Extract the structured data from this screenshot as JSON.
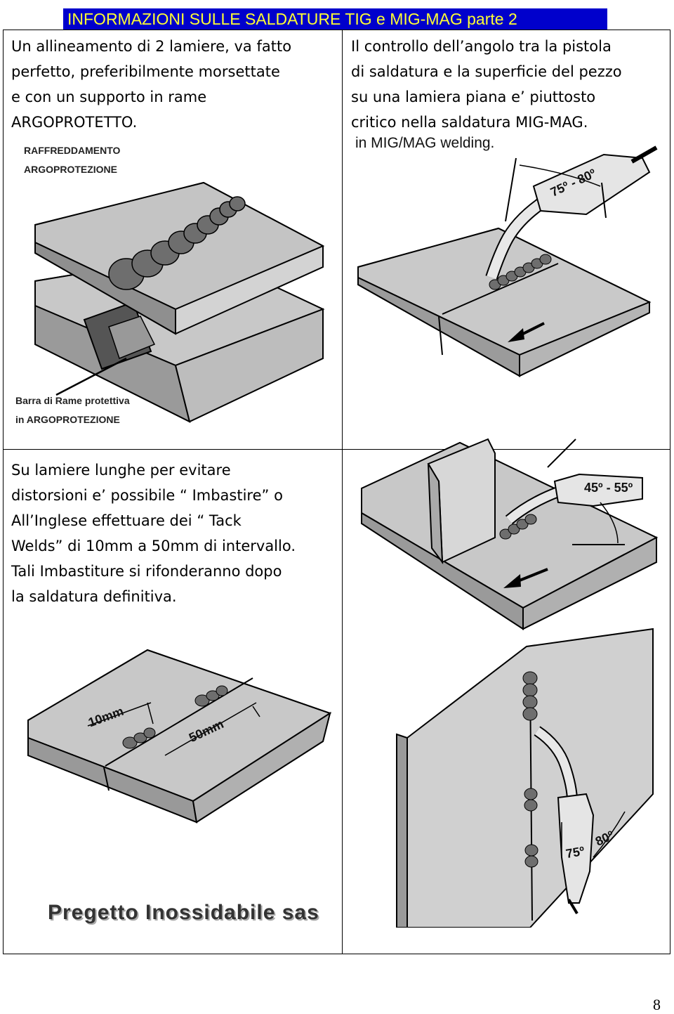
{
  "header": {
    "title_main": "INFORMAZIONI SULLE SALDATURE TIG e MIG-MAG",
    "title_part": "parte 2"
  },
  "cell_top_left": {
    "lines": [
      "Un allineamento di 2 lamiere, va fatto",
      "perfetto, preferibilmente morsettate",
      "e con un supporto in rame",
      "ARGOPROTETTO."
    ],
    "labels": [
      "RAFFREDDAMENTO",
      "ARGOPROTEZIONE"
    ],
    "bottom_labels": [
      "Barra di Rame protettiva",
      "in ARGOPROTEZIONE"
    ]
  },
  "cell_top_right": {
    "lines": [
      "Il controllo dell’angolo tra la pistola",
      "di saldatura e la superficie del pezzo",
      "su una lamiera piana e’ piuttosto",
      "critico nella saldatura MIG-MAG."
    ],
    "figure_caption": "in MIG/MAG welding.",
    "angle_label": "75º - 80º"
  },
  "cell_bottom_left": {
    "lines": [
      "Su lamiere lunghe per evitare",
      "distorsioni e’ possibile “ Imbastire” o",
      "All’Inglese effettuare dei “ Tack",
      "Welds” di 10mm a 50mm di intervallo.",
      "Tali Imbastiture si rifonderanno dopo",
      "la saldatura definitiva."
    ],
    "dim_10": "10mm",
    "dim_50": "50mm",
    "brand": "Pregetto Inossidabile sas"
  },
  "cell_bottom_right": {
    "angle_top": "45º - 55º",
    "angle_bottom_1": "75º",
    "angle_bottom_2": "80º"
  },
  "page_number": "8",
  "colors": {
    "title_bg": "#0000cc",
    "title_text": "#ffff33",
    "steel": "#cfcfcf"
  }
}
